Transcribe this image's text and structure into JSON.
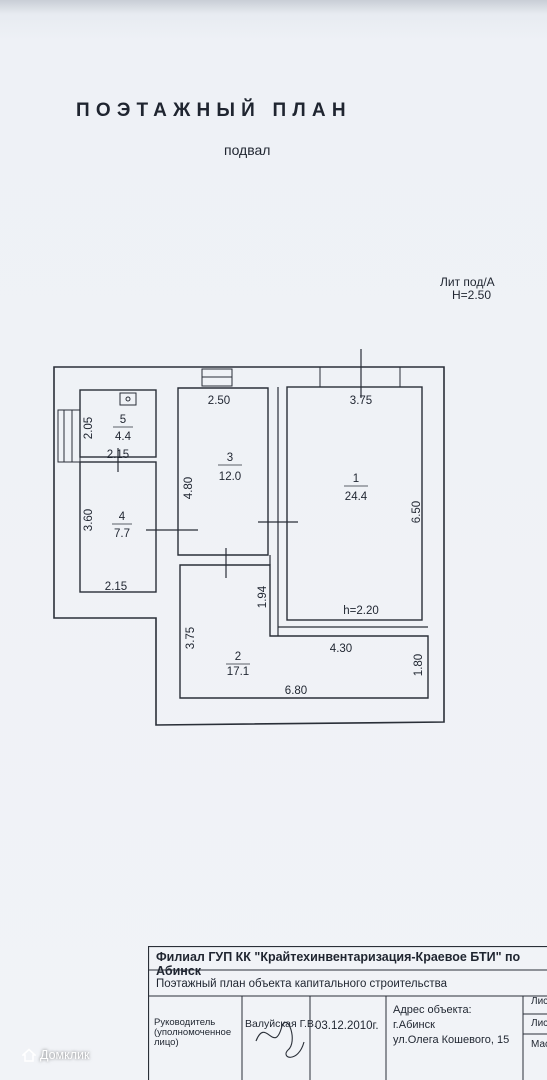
{
  "header": {
    "title": "ПОЭТАЖНЫЙ ПЛАН",
    "subtitle": "подвал",
    "lit": "Лит под/А",
    "height": "H=2.50"
  },
  "plan": {
    "rooms": [
      {
        "number": "1",
        "area": "24.4"
      },
      {
        "number": "2",
        "area": "17.1"
      },
      {
        "number": "3",
        "area": "12.0"
      },
      {
        "number": "4",
        "area": "7.7"
      },
      {
        "number": "5",
        "area": "4.4"
      }
    ],
    "dimensions": {
      "r1_width": "3.75",
      "r1_height": "6.50",
      "r1_ceiling": "h=2.20",
      "r2_height": "3.75",
      "r2_width": "6.80",
      "r2_step": "1.94",
      "r2_top": "4.30",
      "r2_right": "1.80",
      "r3_width": "2.50",
      "r3_height": "4.80",
      "r4_width_top": "2.15",
      "r4_height": "3.60",
      "r4_width_bottom": "2.15",
      "r5_height": "2.05"
    }
  },
  "stamp": {
    "organization": "Филиал  ГУП КК \"Крайтехинвентаризация-Краевое БТИ\" по Абинск",
    "document": "Поэтажный план объекта капитального строительства",
    "role": "Руководитель (уполномоченное лицо)",
    "signer": "Валуйская Г.В.",
    "date": "03.12.2010г.",
    "address_label": "Адрес объекта:",
    "city": "г.Абинск",
    "street": "ул.Олега Кошевого, 15",
    "side_1": "Лист",
    "side_2": "Лист",
    "side_3": "Масштаб"
  },
  "watermark": {
    "text": "Домклик",
    "icon": "house-icon"
  }
}
